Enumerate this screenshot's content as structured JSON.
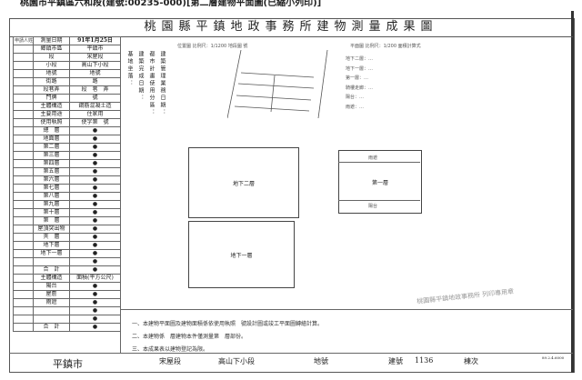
{
  "caption": "桃園市平鎮區六和段(建號:00235-000)[第二層建物平面圖(已縮小列印)]",
  "title": "桃園縣平鎮地政事務所建物測量成果圖",
  "location_map": {
    "label": "位置圖",
    "scale_label": "比例尺：",
    "scale": "1/1200",
    "landno_label": "地段圖",
    "landno_suffix": "號"
  },
  "floor_plan": {
    "label": "平面圖",
    "scale_label": "比例尺：",
    "scale": "1/200",
    "calc_label": "面積計算式",
    "calcs": [
      {
        "name": "地下二層",
        "formula": "…"
      },
      {
        "name": "地下一層",
        "formula": "…"
      },
      {
        "name": "第一層",
        "formula": "…"
      },
      {
        "name": "騎樓走廊",
        "formula": "…"
      },
      {
        "name": "陽台",
        "formula": "…"
      },
      {
        "name": "雨遮",
        "formula": "…"
      }
    ],
    "plans": [
      {
        "label": "地下二層"
      },
      {
        "label": "地下一層"
      },
      {
        "label": "第一層"
      }
    ],
    "tags": {
      "balcony": "陽台",
      "canopy": "雨遮"
    }
  },
  "notes_mid": [
    "建築完成日期：",
    "都市計畫使用分區：",
    "建築管理業務日期：",
    "基地坐落："
  ],
  "left_table": {
    "applicant": "申請人姓名",
    "survey_date_label": "測量日期",
    "survey_date": "91年1月25日",
    "rows": [
      [
        "鄉鎮市區",
        "平鎮市"
      ],
      [
        "段",
        "宋屋段"
      ],
      [
        "小段",
        "高山下小段"
      ],
      [
        "地號",
        "地號"
      ],
      [
        "街路",
        "路"
      ],
      [
        "段巷弄",
        "段　巷　弄"
      ],
      [
        "門牌",
        "號"
      ],
      [
        "主體構造",
        "鋼筋混凝土造"
      ],
      [
        "主要用途",
        "住家用"
      ],
      [
        "使用執照",
        "使字第　號"
      ],
      [
        "總　層",
        "●"
      ],
      [
        "地面層",
        "●"
      ],
      [
        "第二層",
        "●"
      ],
      [
        "第三層",
        "●"
      ],
      [
        "第四層",
        "●"
      ],
      [
        "第五層",
        "●"
      ],
      [
        "第六層",
        "●"
      ],
      [
        "第七層",
        "●"
      ],
      [
        "第八層",
        "●"
      ],
      [
        "第九層",
        "●"
      ],
      [
        "第十層",
        "●"
      ],
      [
        "第　層",
        "●"
      ],
      [
        "屋頂突出物",
        "●"
      ],
      [
        "夾　層",
        "●"
      ],
      [
        "地下層",
        "●"
      ],
      [
        "地下一層",
        "●"
      ],
      [
        "",
        "●"
      ],
      [
        "合　計",
        "●"
      ],
      [
        "主體構造",
        "面積(平方公尺)"
      ],
      [
        "陽台",
        "●"
      ],
      [
        "屋簷",
        "●"
      ],
      [
        "雨遮",
        "●"
      ],
      [
        "",
        "●"
      ],
      [
        "",
        "●"
      ],
      [
        "合　計",
        "●"
      ]
    ]
  },
  "notes": [
    "一、本建物平面圖及建物面積係依使用執照　號設計圖或竣工平面圖轉繪計算。",
    "二、本建物係　層建物本件僅測量第　層部份。",
    "三、本成果表以建物登記為限。"
  ],
  "footer": {
    "city": "平鎮市",
    "section": "宋屋段",
    "subsection": "高山下小段",
    "landno_label": "地號",
    "building_label": "建號",
    "building_no": "1136",
    "unit_label": "棟次",
    "form_no": "89.2.4.6000"
  },
  "stamp": "桃園縣平鎮地政事務所 列印專用章"
}
